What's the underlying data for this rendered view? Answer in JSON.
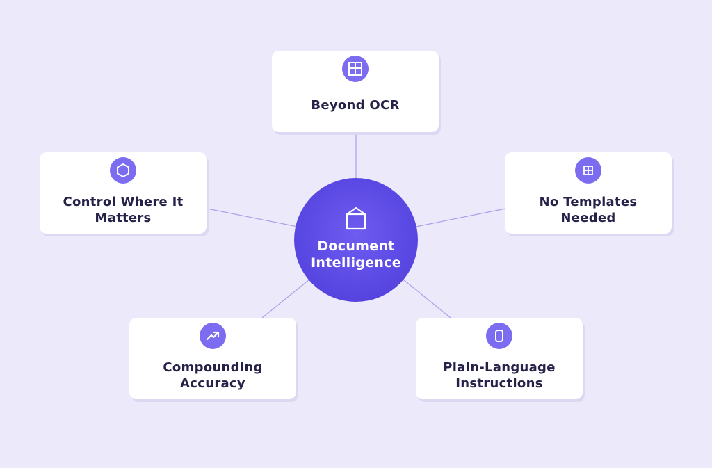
{
  "hub": {
    "label": "Document Intelligence",
    "icon": "cube-icon"
  },
  "nodes": [
    {
      "id": "beyond-ocr",
      "label": "Beyond OCR",
      "icon": "grid-icon"
    },
    {
      "id": "control",
      "label": "Control Where It Matters",
      "icon": "hexagon-icon"
    },
    {
      "id": "no-templates",
      "label": "No Templates Needed",
      "icon": "grid-small-icon"
    },
    {
      "id": "compounding",
      "label": "Compounding Accuracy",
      "icon": "trend-up-icon"
    },
    {
      "id": "plain-language",
      "label": "Plain-Language Instructions",
      "icon": "rounded-rect-icon"
    }
  ],
  "colors": {
    "background": "#ece9fa",
    "hub": "#5a48e3",
    "icon_badge": "#7b6cf0",
    "text": "#25224a",
    "connector": "#a9a1ea"
  }
}
